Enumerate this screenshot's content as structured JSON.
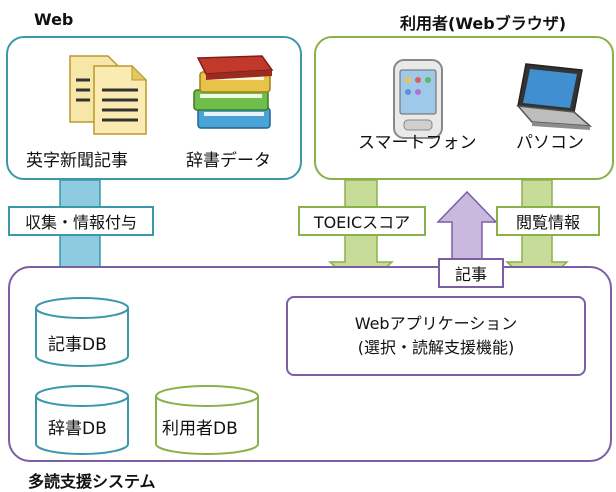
{
  "web": {
    "title": "Web",
    "source1": "英字新聞記事",
    "source2": "辞書データ"
  },
  "user": {
    "title": "利用者(Webブラウザ)",
    "device1": "スマートフォン",
    "device2": "パソコン"
  },
  "system": {
    "title": "多読支援システム"
  },
  "flows": {
    "collect": "収集・情報付与",
    "toeic": "TOEICスコア",
    "browse": "閲覧情報",
    "article": "記事"
  },
  "app": {
    "line1": "Webアプリケーション",
    "line2": "(選択・読解支援機能)"
  },
  "databases": {
    "article_db": "記事DB",
    "dict_db": "辞書DB",
    "user_db": "利用者DB"
  },
  "colors": {
    "web": "#3c97aa",
    "user": "#8ab04a",
    "system": "#7b5fa6",
    "arrow_blue": "#8fcbe0",
    "arrow_green": "#c8dc9a",
    "arrow_purple": "#c9b9df"
  }
}
